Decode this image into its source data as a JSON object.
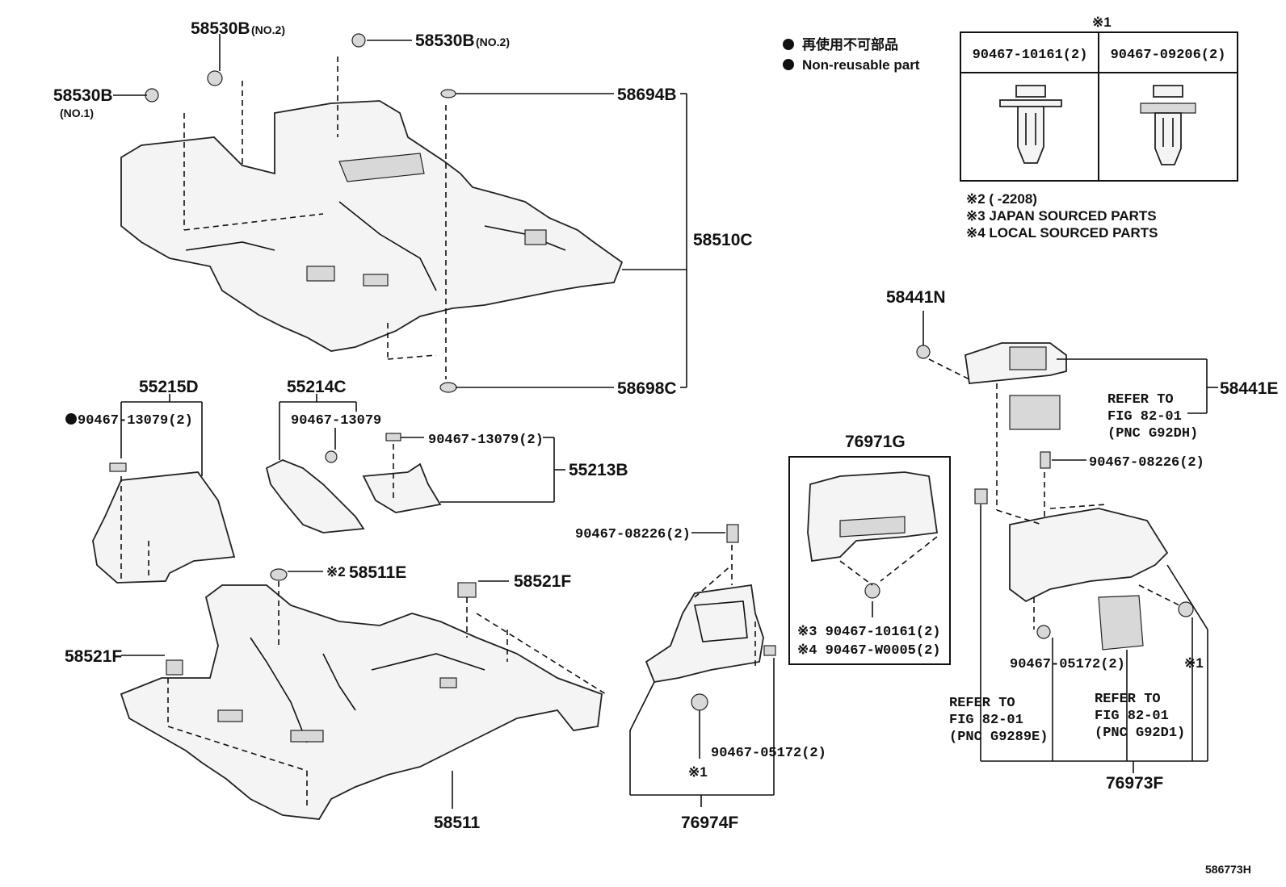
{
  "legend": {
    "line1": "再使用不可部品",
    "line2": "Non-reusable part"
  },
  "clip_table": {
    "marker": "※1",
    "col1": "90467-10161(2)",
    "col2": "90467-09206(2)"
  },
  "notes": {
    "n2": "※2 (      -2208)",
    "n3": "※3 JAPAN SOURCED PARTS",
    "n4": "※4 LOCAL SOURCED PARTS"
  },
  "labels": {
    "p58530B_top": "58530B",
    "p58530B_top_sub": "(NO.2)",
    "p58530B_mid": "58530B",
    "p58530B_mid_sub": "(NO.2)",
    "p58530B_left": "58530B",
    "p58530B_left_sub": "(NO.1)",
    "p58694B": "58694B",
    "p58510C": "58510C",
    "p58698C": "58698C",
    "p55215D": "55215D",
    "p55215D_clip": "90467-13079(2)",
    "p55214C": "55214C",
    "p55214C_clip": "90467-13079",
    "p55213B_clip": "90467-13079(2)",
    "p55213B": "55213B",
    "p58511E_mark": "※2",
    "p58511E": "58511E",
    "p58521F_right": "58521F",
    "p58521F_left": "58521F",
    "p58511": "58511",
    "p90467_08226_left": "90467-08226(2)",
    "p90467_05172_left": "90467-05172(2)",
    "p76974F_mark": "※1",
    "p76974F": "76974F",
    "p76971G": "76971G",
    "p76971G_j": "※3 90467-10161(2)",
    "p76971G_l": "※4 90467-W0005(2)",
    "p58441N": "58441N",
    "p58441E": "58441E",
    "refer_dh_1": "REFER TO",
    "refer_dh_2": "FIG 82-01",
    "refer_dh_3": "(PNC G92DH)",
    "p90467_08226_right": "90467-08226(2)",
    "p90467_05172_right": "90467-05172(2)",
    "p76973F_mark": "※1",
    "refer_e_1": "REFER TO",
    "refer_e_2": "FIG 82-01",
    "refer_e_3": "(PNC G9289E)",
    "refer_d1_1": "REFER TO",
    "refer_d1_2": "FIG 82-01",
    "refer_d1_3": "(PNC G92D1)",
    "p76973F": "76973F",
    "figure_id": "586773H"
  }
}
